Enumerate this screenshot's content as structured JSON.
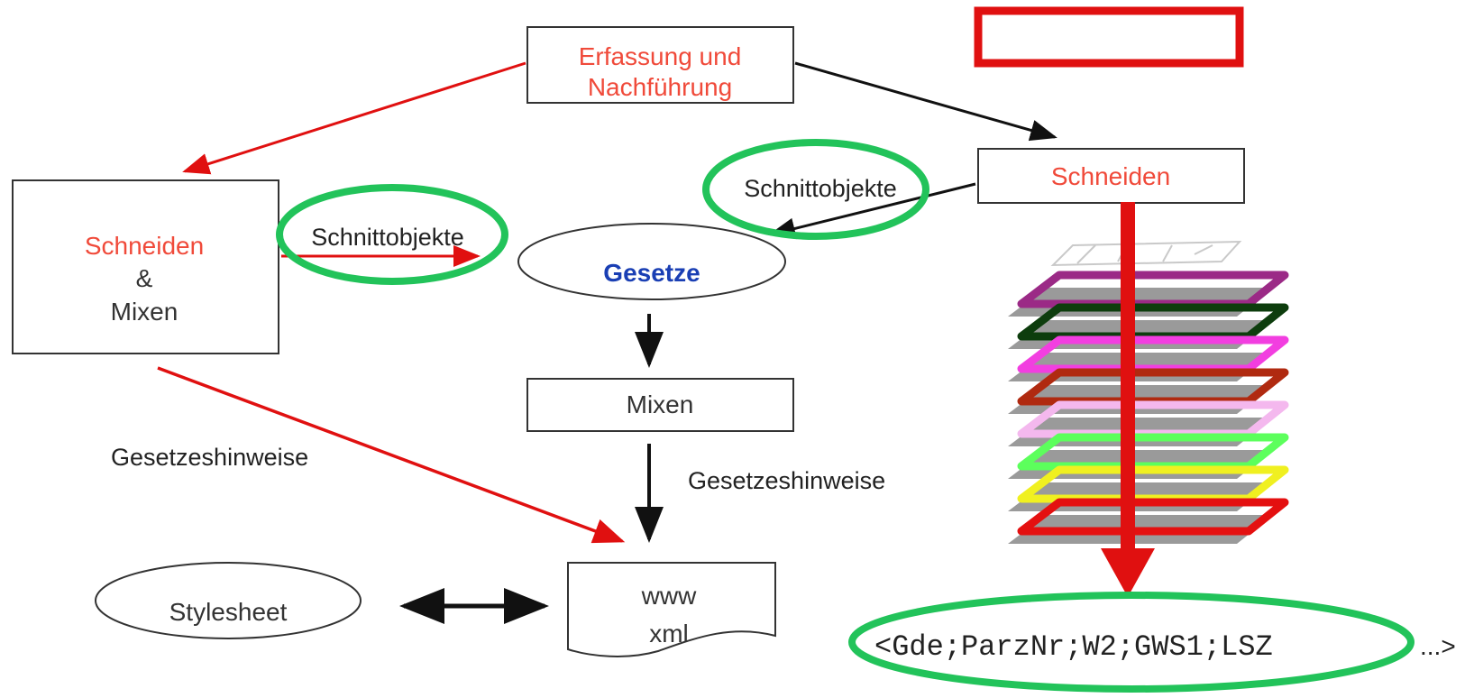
{
  "nodes": {
    "capture": {
      "line1": "Erfassung und",
      "line2": "Nachführung"
    },
    "cut_top": {
      "label": "Schneiden"
    },
    "cut_mix": {
      "line1": "Schneiden",
      "line2": "&",
      "line3": "Mixen"
    },
    "laws": {
      "label": "Gesetze"
    },
    "mix": {
      "label": "Mixen"
    },
    "www": {
      "line1": "www",
      "line2": "xml"
    },
    "stylesheet": {
      "label": "Stylesheet"
    }
  },
  "labels": {
    "cut_objects_left": "Schnittobjekte",
    "cut_objects_right": "Schnittobjekte",
    "law_hints_left": "Gesetzeshinweise",
    "law_hints_center": "Gesetzeshinweise"
  },
  "record": {
    "text": "<Gde;ParzNr;W2;GWS1;LSZ",
    "ellipsis": "...>"
  },
  "colors": {
    "red": "#e01010",
    "red_text": "#f04a3a",
    "green": "#22c35a",
    "blue_text": "#1a3fb4",
    "black": "#111111",
    "layer_gray": "#9a9a9a",
    "layers": [
      "#9b2a86",
      "#0d3d0d",
      "#f23ee0",
      "#b02a10",
      "#f4b8ee",
      "#5cff5c",
      "#f0f020",
      "#e41010"
    ]
  }
}
